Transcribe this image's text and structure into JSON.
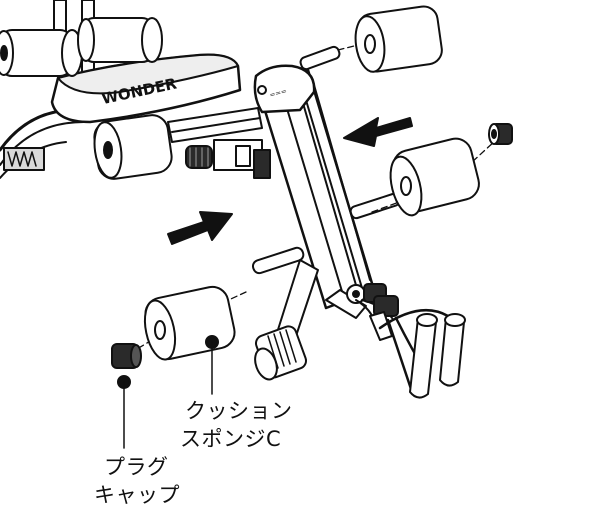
{
  "labels": {
    "cushion_sponge": {
      "line1": "クッション",
      "line2": "スポンジC"
    },
    "plug_cap": {
      "line1": "プラグ",
      "line2": "キャップ"
    }
  },
  "bench_logo_text": "WONDER",
  "colors": {
    "line": "#111111",
    "fill": "#ffffff",
    "shade": "#d9d9d9",
    "dark": "#2a2a2a"
  }
}
